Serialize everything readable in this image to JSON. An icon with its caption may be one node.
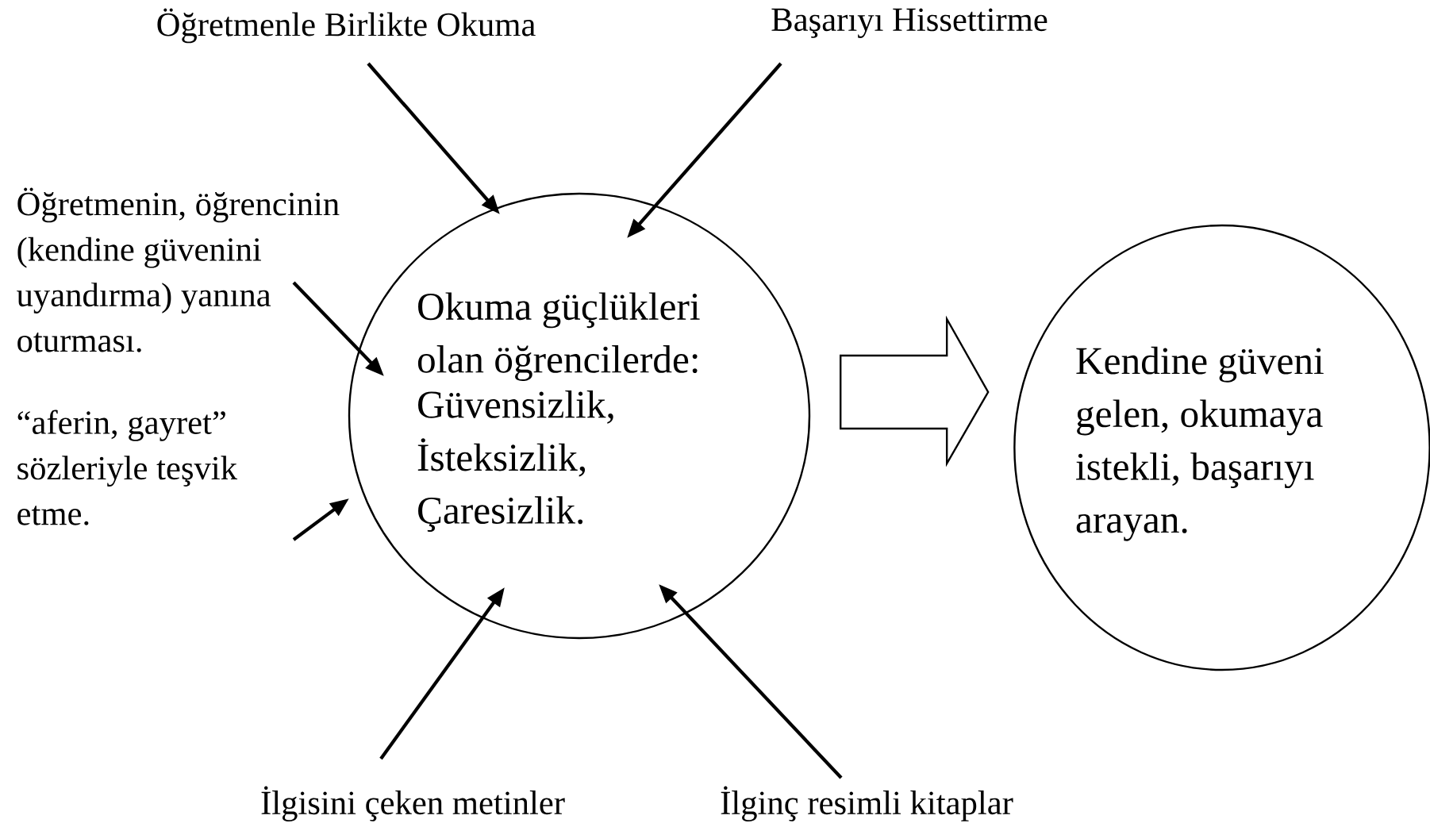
{
  "diagram": {
    "nodes": [
      {
        "text": [
          "Öğretmenle Birlikte Okuma"
        ]
      },
      {
        "text": [
          "Başarıyı Hissettirme"
        ]
      },
      {
        "text": [
          "Öğretmenin, öğrencinin (kendine güvenini uyandırma) yanına oturması."
        ]
      },
      {
        "text": [
          "“aferin, gayret” sözleriyle teşvik etme."
        ]
      },
      {
        "text": [
          "Okuma güçlükleri olan öğrencilerde:",
          "Güvensizlik, İsteksizlik, Çaresizlik."
        ]
      },
      {
        "text": [
          "Kendine güveni gelen, okumaya istekli, başarıyı arayan."
        ]
      },
      {
        "text": [
          "İlgisini çeken metinler"
        ]
      },
      {
        "text": [
          "İlginç resimli kitaplar"
        ]
      }
    ],
    "edges": [
      {
        "from": 0,
        "to": 4,
        "arrow": "to"
      },
      {
        "from": 1,
        "to": 4,
        "arrow": "to"
      },
      {
        "from": 2,
        "to": 4,
        "arrow": "to"
      },
      {
        "from": 3,
        "to": 4,
        "arrow": "to"
      },
      {
        "from": 4,
        "to": 5,
        "arrow": "to"
      },
      {
        "from": 6,
        "to": 4,
        "arrow": "to"
      },
      {
        "from": 7,
        "to": 4,
        "arrow": "to"
      }
    ]
  }
}
